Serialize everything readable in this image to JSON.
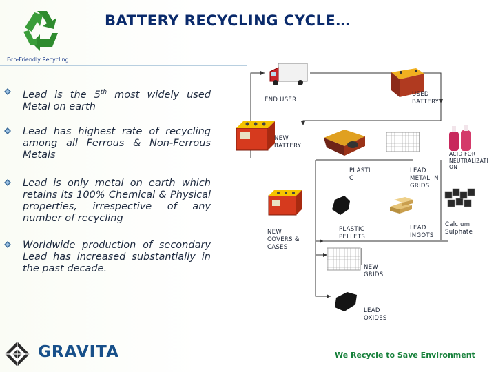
{
  "title": "BATTERY RECYCLING CYCLE…",
  "tagline": "Eco-Friendly Recycling",
  "bullets": [
    {
      "pre": "Lead is the 5",
      "sup": "th",
      "post": " most widely used Metal on earth"
    },
    {
      "text": "Lead has highest rate of recycling among all Ferrous & Non-Ferrous Metals"
    },
    {
      "text": "Lead is only metal on earth which retains its 100% Chemical & Physical properties, irrespective of any number of recycling"
    },
    {
      "text": "Worldwide production of secondary Lead has increased substantially in the past decade."
    }
  ],
  "diagram": {
    "end_user": "END USER",
    "used_battery": "USED\nBATTERY",
    "new_battery": "NEW\nBATTERY",
    "plastic": "PLASTI\nC",
    "lead_metal": "LEAD\nMETAL IN\nGRIDS",
    "acid": "ACID FOR\nNEUTRALIZATI\nON",
    "new_covers": "NEW\nCOVERS &\nCASES",
    "plastic_pellets": "PLASTIC\nPELLETS",
    "lead_ingots": "LEAD\nINGOTS",
    "calcium": "Calcium\nSulphate",
    "new_grids": "NEW\nGRIDS",
    "lead_oxides": "LEAD\nOXIDES"
  },
  "brand": "GRAVITA",
  "slogan": "We Recycle to Save Environment",
  "colors": {
    "title": "#0a2a6b",
    "recycle_green": "#2e8b2e",
    "slogan": "#16803a",
    "brand": "#18508a"
  }
}
